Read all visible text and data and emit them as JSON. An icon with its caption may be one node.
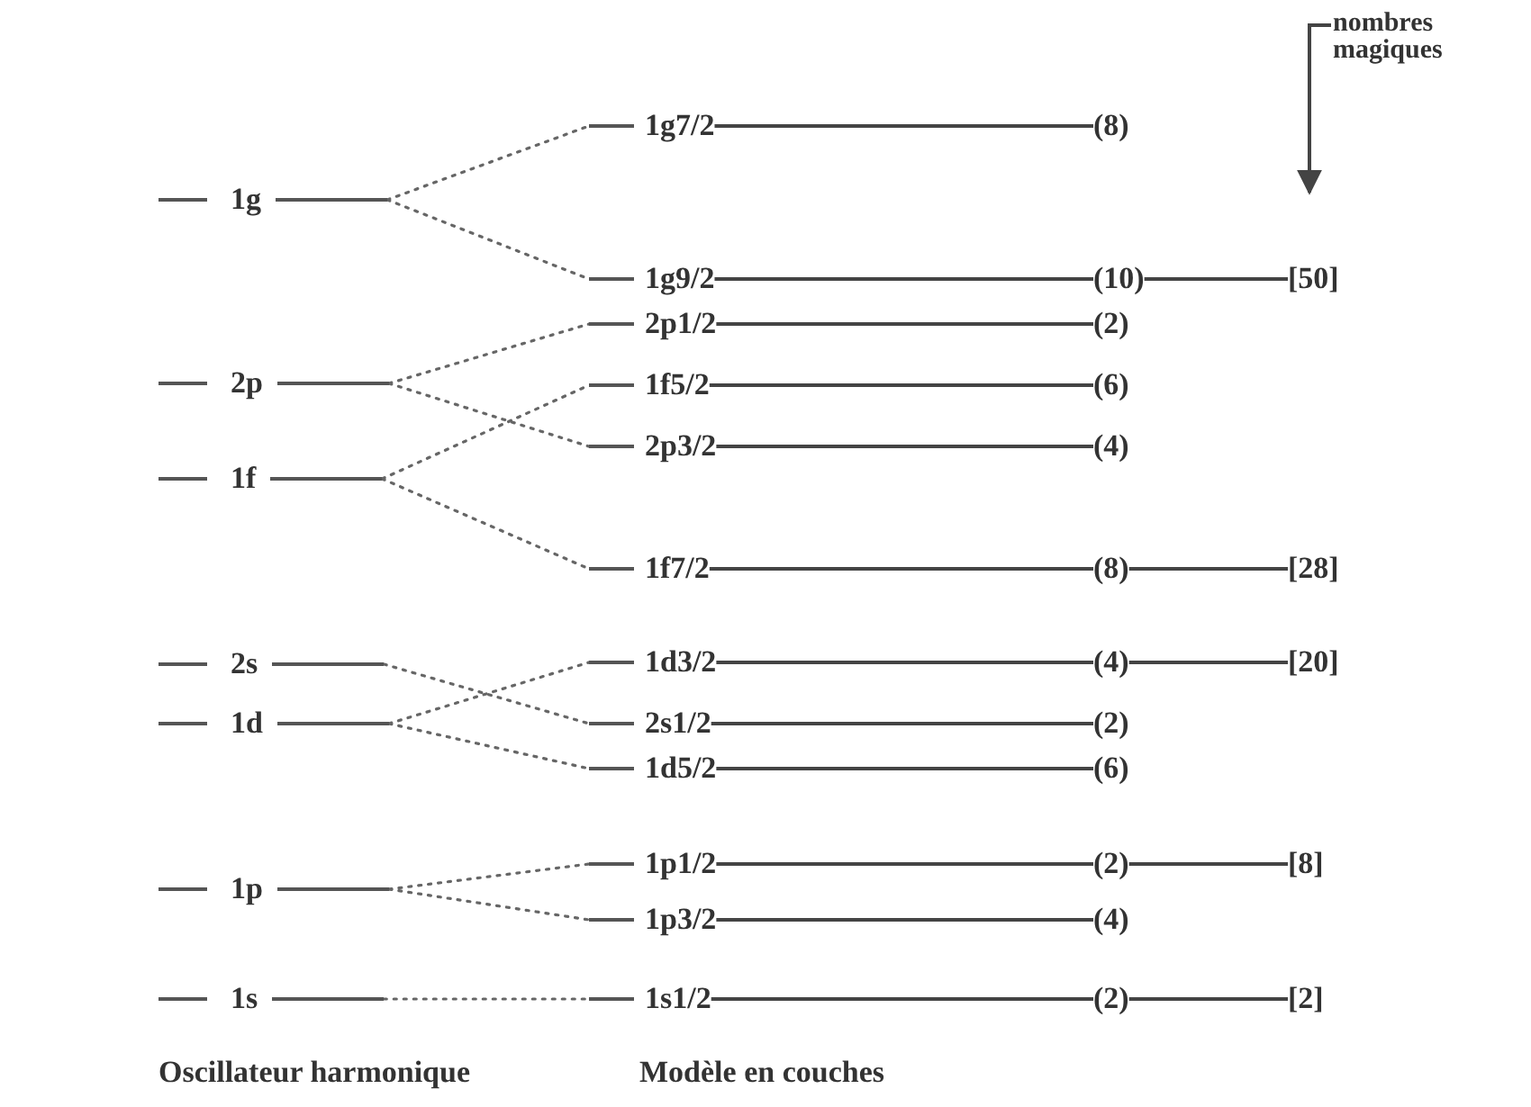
{
  "diagram": {
    "nodes": [
      {
        "text": [
          "nombres magiques"
        ]
      },
      {
        "text": [
          "1g"
        ]
      },
      {
        "text": [
          "2p"
        ]
      },
      {
        "text": [
          "1f"
        ]
      },
      {
        "text": [
          "2s"
        ]
      },
      {
        "text": [
          "1d"
        ]
      },
      {
        "text": [
          "1p"
        ]
      },
      {
        "text": [
          "1s"
        ]
      },
      {
        "text": [
          "1g7/2"
        ]
      },
      {
        "text": [
          "1g9/2"
        ]
      },
      {
        "text": [
          "2p1/2"
        ]
      },
      {
        "text": [
          "1f5/2"
        ]
      },
      {
        "text": [
          "2p3/2"
        ]
      },
      {
        "text": [
          "1f7/2"
        ]
      },
      {
        "text": [
          "1d3/2"
        ]
      },
      {
        "text": [
          "2s1/2"
        ]
      },
      {
        "text": [
          "1d5/2"
        ]
      },
      {
        "text": [
          "1p1/2"
        ]
      },
      {
        "text": [
          "1p3/2"
        ]
      },
      {
        "text": [
          "1s1/2"
        ]
      },
      {
        "text": [
          "(8)"
        ]
      },
      {
        "text": [
          "(10)"
        ]
      },
      {
        "text": [
          "(2)"
        ]
      },
      {
        "text": [
          "(6)"
        ]
      },
      {
        "text": [
          "(4)"
        ]
      },
      {
        "text": [
          "(8)"
        ]
      },
      {
        "text": [
          "(4)"
        ]
      },
      {
        "text": [
          "(2)"
        ]
      },
      {
        "text": [
          "(6)"
        ]
      },
      {
        "text": [
          "(2)"
        ]
      },
      {
        "text": [
          "(4)"
        ]
      },
      {
        "text": [
          "(2)"
        ]
      },
      {
        "text": [
          "[50]"
        ]
      },
      {
        "text": [
          "[28]"
        ]
      },
      {
        "text": [
          "[20]"
        ]
      },
      {
        "text": [
          "[8]"
        ]
      },
      {
        "text": [
          "[2]"
        ]
      }
    ],
    "edges": [
      {
        "from": 0,
        "to": 32,
        "arrow": "to"
      },
      {
        "from": 1,
        "to": 8,
        "arrow": "none",
        "style": "dashed"
      },
      {
        "from": 1,
        "to": 9,
        "arrow": "none",
        "style": "dashed"
      },
      {
        "from": 2,
        "to": 10,
        "arrow": "none",
        "style": "dashed"
      },
      {
        "from": 2,
        "to": 12,
        "arrow": "none",
        "style": "dashed"
      },
      {
        "from": 3,
        "to": 11,
        "arrow": "none",
        "style": "dashed"
      },
      {
        "from": 3,
        "to": 13,
        "arrow": "none",
        "style": "dashed"
      },
      {
        "from": 4,
        "to": 15,
        "arrow": "none",
        "style": "dashed"
      },
      {
        "from": 5,
        "to": 14,
        "arrow": "none",
        "style": "dashed"
      },
      {
        "from": 5,
        "to": 16,
        "arrow": "none",
        "style": "dashed"
      },
      {
        "from": 6,
        "to": 17,
        "arrow": "none",
        "style": "dashed"
      },
      {
        "from": 6,
        "to": 18,
        "arrow": "none",
        "style": "dashed"
      },
      {
        "from": 7,
        "to": 19,
        "arrow": "none",
        "style": "dashed"
      },
      {
        "from": 8,
        "to": 20,
        "arrow": "none"
      },
      {
        "from": 9,
        "to": 21,
        "arrow": "none"
      },
      {
        "from": 10,
        "to": 22,
        "arrow": "none"
      },
      {
        "from": 11,
        "to": 23,
        "arrow": "none"
      },
      {
        "from": 12,
        "to": 24,
        "arrow": "none"
      },
      {
        "from": 13,
        "to": 25,
        "arrow": "none"
      },
      {
        "from": 14,
        "to": 26,
        "arrow": "none"
      },
      {
        "from": 15,
        "to": 27,
        "arrow": "none"
      },
      {
        "from": 16,
        "to": 28,
        "arrow": "none"
      },
      {
        "from": 17,
        "to": 29,
        "arrow": "none"
      },
      {
        "from": 18,
        "to": 30,
        "arrow": "none"
      },
      {
        "from": 19,
        "to": 31,
        "arrow": "none"
      },
      {
        "from": 21,
        "to": 32,
        "arrow": "none"
      },
      {
        "from": 25,
        "to": 33,
        "arrow": "none"
      },
      {
        "from": 26,
        "to": 34,
        "arrow": "none"
      },
      {
        "from": 29,
        "to": 35,
        "arrow": "none"
      },
      {
        "from": 31,
        "to": 36,
        "arrow": "none"
      }
    ],
    "labels": [
      "Oscillateur harmonique",
      "Modèle en couches"
    ]
  }
}
